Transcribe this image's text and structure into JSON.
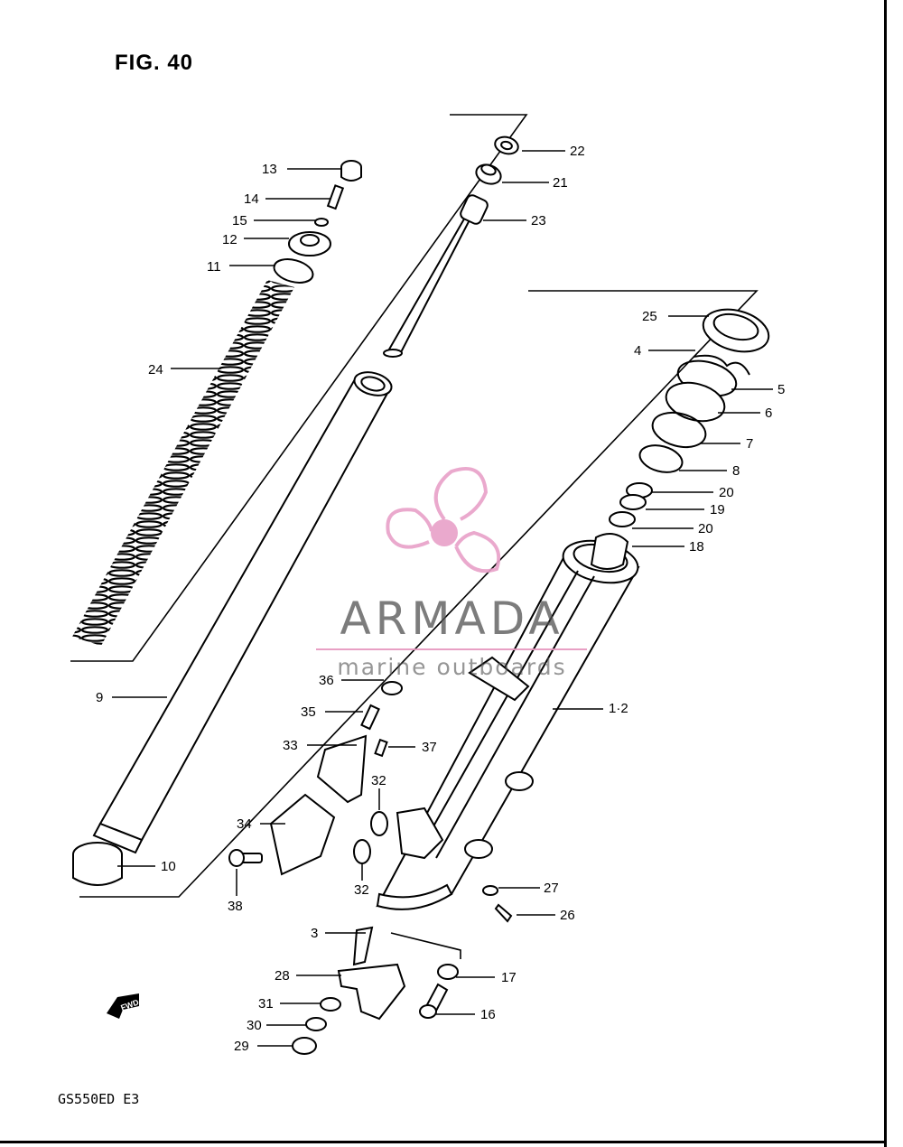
{
  "figure": {
    "title": "FIG. 40",
    "model_code": "GS550ED  E3"
  },
  "watermark": {
    "brand": "ARMADA",
    "subtitle": "marine outboards",
    "accent_color": "#e8a0c8"
  },
  "callouts": {
    "c22": "22",
    "c21": "21",
    "c23": "23",
    "c13": "13",
    "c14": "14",
    "c15": "15",
    "c12": "12",
    "c11": "11",
    "c24": "24",
    "c25": "25",
    "c4": "4",
    "c5": "5",
    "c6": "6",
    "c7": "7",
    "c8": "8",
    "c20a": "20",
    "c19": "19",
    "c20b": "20",
    "c18": "18",
    "c12b": "1·2",
    "c9": "9",
    "c36": "36",
    "c35": "35",
    "c33": "33",
    "c37": "37",
    "c32a": "32",
    "c34": "34",
    "c32b": "32",
    "c38": "38",
    "c10": "10",
    "c27": "27",
    "c26": "26",
    "c3": "3",
    "c28": "28",
    "c17": "17",
    "c31": "31",
    "c16": "16",
    "c30": "30",
    "c29": "29"
  },
  "fwd_arrow": {
    "label": "FWD"
  }
}
